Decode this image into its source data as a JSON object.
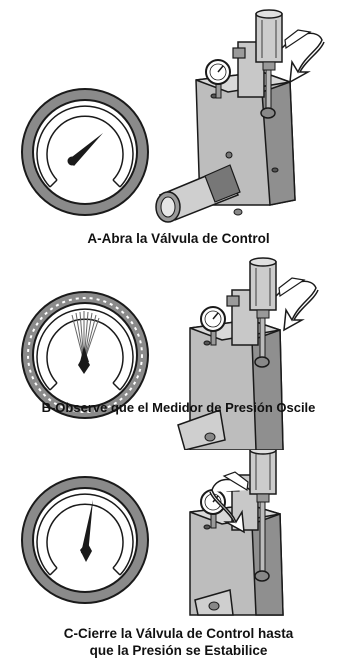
{
  "steps": [
    {
      "caption": "A-Abra la Válvula de Control"
    },
    {
      "caption": "B-Observe que el Medidor de Presión Oscile"
    },
    {
      "caption": "C-Cierre la Válvula de Control hasta",
      "caption2": "que la Presión se Estabilice"
    }
  ],
  "colors": {
    "ink": "#1a1a1a",
    "housing": "#b9b9b9",
    "housing_dark": "#8e8e8e",
    "housing_light": "#d8d8d8",
    "ring": "#8a8a8a"
  },
  "icons": [
    "pressure-gauge-icon",
    "control-valve-icon",
    "rotation-arrow-icon"
  ]
}
